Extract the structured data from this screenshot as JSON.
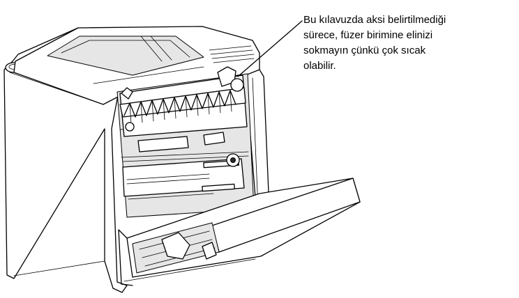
{
  "callout": {
    "lines": [
      "Bu kılavuzda aksi belirtilmediği",
      "sürece, füzer birimine elinizi",
      "sokmayın çünkü çok sıcak",
      "olabilir."
    ]
  }
}
